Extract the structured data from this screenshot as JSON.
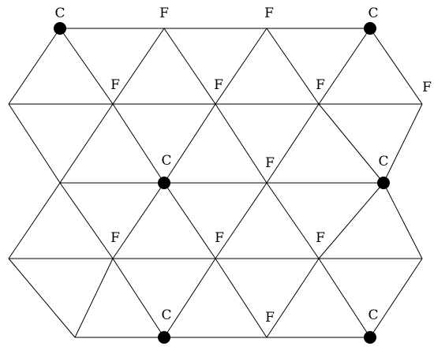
{
  "diagram": {
    "labels": [
      {
        "id": "c1",
        "text": "C"
      },
      {
        "id": "f1",
        "text": "F"
      },
      {
        "id": "f2",
        "text": "F"
      },
      {
        "id": "c2",
        "text": "C"
      },
      {
        "id": "f3",
        "text": "F"
      },
      {
        "id": "f4",
        "text": "F"
      },
      {
        "id": "f5",
        "text": "F"
      },
      {
        "id": "f6",
        "text": "F"
      },
      {
        "id": "c3",
        "text": "C"
      },
      {
        "id": "f7",
        "text": "F"
      },
      {
        "id": "c4",
        "text": "C"
      },
      {
        "id": "f8",
        "text": "F"
      },
      {
        "id": "f9",
        "text": "F"
      },
      {
        "id": "f10",
        "text": "F"
      },
      {
        "id": "c5",
        "text": "C"
      },
      {
        "id": "f11",
        "text": "F"
      },
      {
        "id": "c6",
        "text": "C"
      }
    ],
    "colors": {
      "line": "#000000",
      "node": "#000000",
      "background": "#ffffff"
    }
  }
}
